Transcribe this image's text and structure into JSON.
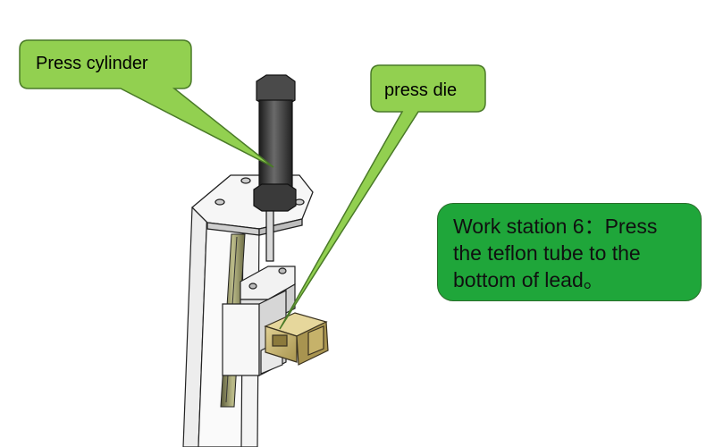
{
  "callouts": {
    "cylinder": {
      "label": "Press cylinder"
    },
    "die": {
      "label": "press die"
    },
    "station": {
      "lines": [
        "Work station 6：Press",
        "the teflon tube to the",
        "bottom of lead。"
      ]
    }
  },
  "colors": {
    "callout_light_green": "#92d050",
    "callout_dark_green": "#1fa63a",
    "cylinder_body": "#3c3c3c",
    "die_brass": "#c8b46e",
    "frame": "#f2f2f2"
  }
}
